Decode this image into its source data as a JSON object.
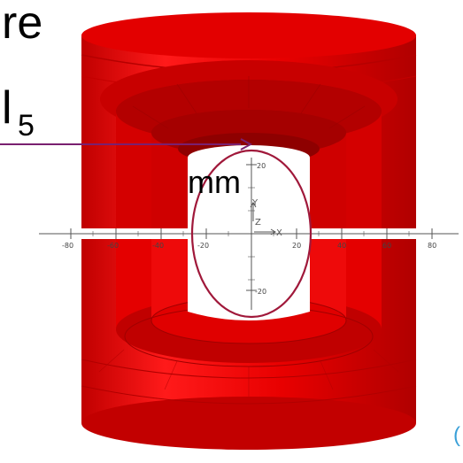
{
  "slide_text": {
    "fragment_top": "re",
    "fragment_mid": "l",
    "fragment_mid_subscript": "5",
    "unit": "mm",
    "corner_fragment": "("
  },
  "axes": {
    "x_label": "X",
    "y_label": "Y",
    "z_label": "Z",
    "x_ticks": [
      "-80",
      "-60",
      "-40",
      "-20",
      "20",
      "40",
      "60",
      "80"
    ],
    "y_ticks": [
      "20",
      "-20"
    ]
  },
  "colors": {
    "magnet_red": "#e00000",
    "magnet_dark": "#b80000",
    "magnet_light": "#f01818",
    "ellipse_outline": "#a0183a",
    "arrow": "#7a2070",
    "axis": "#555555",
    "corner_text": "#3aa0d8"
  }
}
